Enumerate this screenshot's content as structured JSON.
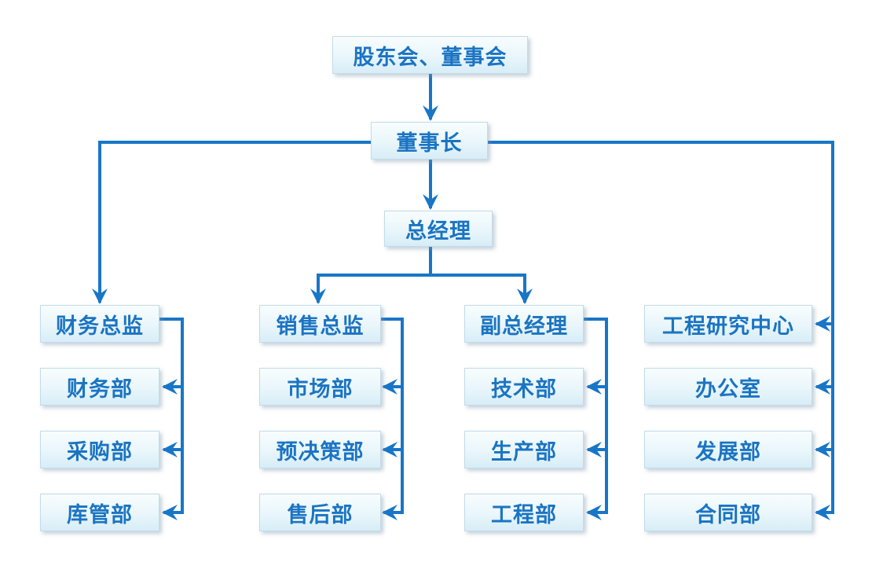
{
  "palette": {
    "line_color": "#1876c7",
    "text_color": "#1b74c2",
    "box_fill_top": "#f8fdfe",
    "box_fill_bottom": "#d7edf7",
    "box_border": "#c2dce8",
    "background": "#ffffff"
  },
  "org_chart": {
    "root": "股东会、董事会",
    "level2": "董事长",
    "level3": "总经理",
    "columns": [
      {
        "head": "财务总监",
        "children": [
          "财务部",
          "采购部",
          "库管部"
        ]
      },
      {
        "head": "销售总监",
        "children": [
          "市场部",
          "预决策部",
          "售后部"
        ]
      },
      {
        "head": "副总经理",
        "children": [
          "技术部",
          "生产部",
          "工程部"
        ]
      },
      {
        "head": "工程研究中心",
        "children": [
          "办公室",
          "发展部",
          "合同部"
        ]
      }
    ]
  }
}
